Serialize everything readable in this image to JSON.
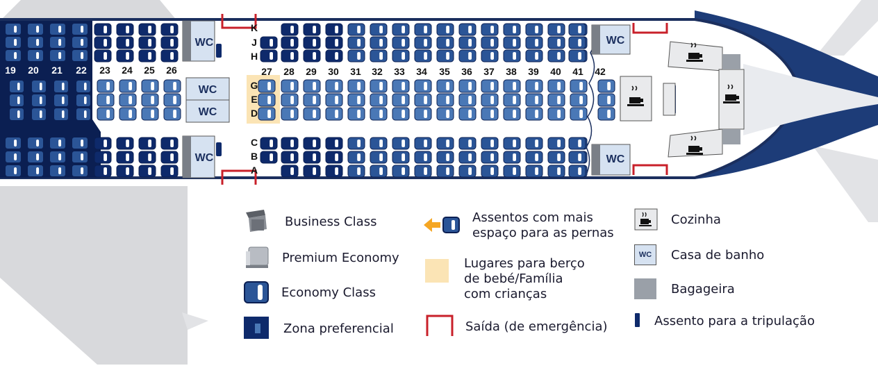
{
  "seatmap": {
    "row_numbers_left": [
      "19",
      "20",
      "21",
      "22",
      "23",
      "24",
      "25",
      "26"
    ],
    "row_numbers_right": [
      "27",
      "28",
      "29",
      "30",
      "31",
      "32",
      "33",
      "34",
      "35",
      "36",
      "37",
      "38",
      "39",
      "40",
      "41",
      "42"
    ],
    "column_letters_upper": [
      "K",
      "J",
      "H"
    ],
    "column_letters_middle": [
      "G",
      "E",
      "D"
    ],
    "column_letters_lower": [
      "C",
      "B",
      "A"
    ],
    "wc_label": "WC",
    "colors": {
      "business": "#0b1f52",
      "premium": "#cfd3da",
      "economy": "#2b5597",
      "preferred": "#0e2a6b",
      "middle_economy": "#4a78b6",
      "galley_gray": "#c9ccd1",
      "exit_red": "#c8202a",
      "bassinet": "#fbe4b5",
      "fuselage_outline": "#1b2f5e",
      "wing_gray": "#d8d9dc",
      "nose_blue": "#1d3c78"
    }
  },
  "legend": {
    "business": "Business Class",
    "premium": "Premium Economy",
    "economy": "Economy Class",
    "preferred": "Zona preferencial",
    "legroom": "Assentos com mais\nespaço para as pernas",
    "bassinet": "Lugares para berço\nde bebé/Família\ncom crianças",
    "exit": "Saída (de emergência)",
    "galley": "Cozinha",
    "toilet": "Casa de banho",
    "storage": "Bagageira",
    "crew": "Assento para a tripulação",
    "wc_icon_label": "WC"
  }
}
